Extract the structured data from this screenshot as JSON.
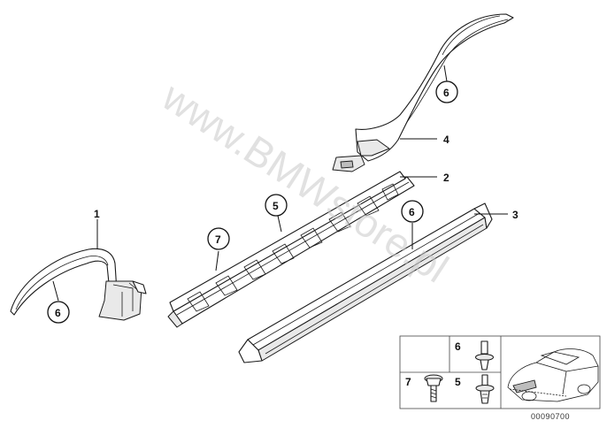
{
  "watermark": "www.BMWstore.pl",
  "parts": [
    {
      "number": "1"
    },
    {
      "number": "2"
    },
    {
      "number": "3"
    },
    {
      "number": "4"
    }
  ],
  "callouts": [
    {
      "number": "6"
    },
    {
      "number": "6"
    },
    {
      "number": "5"
    },
    {
      "number": "7"
    },
    {
      "number": "6"
    }
  ],
  "legend": {
    "items": [
      {
        "number": "6"
      },
      {
        "number": "7"
      },
      {
        "number": "5"
      }
    ]
  },
  "reference_code": "00090700"
}
